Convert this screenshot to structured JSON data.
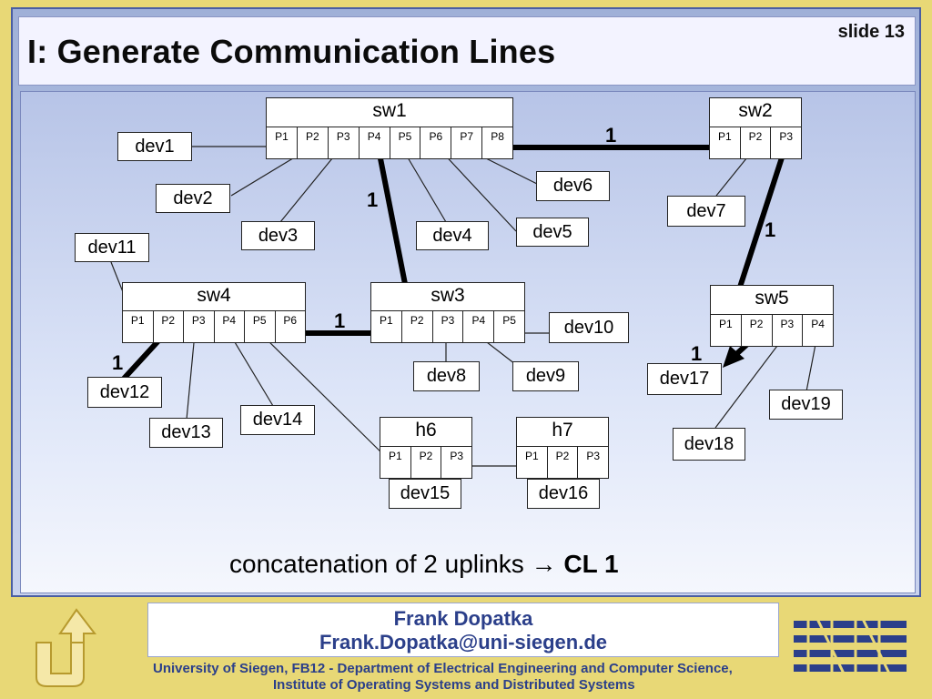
{
  "slide": {
    "title": "I: Generate Communication Lines",
    "number_label": "slide 13"
  },
  "switches": {
    "sw1": {
      "name": "sw1",
      "ports": [
        "P1",
        "P2",
        "P3",
        "P4",
        "P5",
        "P6",
        "P7",
        "P8"
      ]
    },
    "sw2": {
      "name": "sw2",
      "ports": [
        "P1",
        "P2",
        "P3"
      ]
    },
    "sw3": {
      "name": "sw3",
      "ports": [
        "P1",
        "P2",
        "P3",
        "P4",
        "P5"
      ]
    },
    "sw4": {
      "name": "sw4",
      "ports": [
        "P1",
        "P2",
        "P3",
        "P4",
        "P5",
        "P6"
      ]
    },
    "sw5": {
      "name": "sw5",
      "ports": [
        "P1",
        "P2",
        "P3",
        "P4"
      ]
    },
    "h6": {
      "name": "h6",
      "ports": [
        "P1",
        "P2",
        "P3"
      ]
    },
    "h7": {
      "name": "h7",
      "ports": [
        "P1",
        "P2",
        "P3"
      ]
    }
  },
  "devices": {
    "dev1": "dev1",
    "dev2": "dev2",
    "dev3": "dev3",
    "dev4": "dev4",
    "dev5": "dev5",
    "dev6": "dev6",
    "dev7": "dev7",
    "dev8": "dev8",
    "dev9": "dev9",
    "dev10": "dev10",
    "dev11": "dev11",
    "dev12": "dev12",
    "dev13": "dev13",
    "dev14": "dev14",
    "dev15": "dev15",
    "dev16": "dev16",
    "dev17": "dev17",
    "dev18": "dev18",
    "dev19": "dev19"
  },
  "link_labels": {
    "sw1_sw2": "1",
    "sw1_sw3": "1",
    "sw2_sw5": "1",
    "sw4_sw3": "1",
    "sw4_dev12": "1",
    "sw5_dev17": "1"
  },
  "caption": {
    "text": "concatenation of 2 uplinks → ",
    "bold": "CL 1"
  },
  "footer": {
    "author": "Frank Dopatka",
    "email": "Frank.Dopatka@uni-siegen.de",
    "line1": "University of Siegen, FB12 - Department of Electrical Engineering and Computer Science,",
    "line2": "Institute of Operating Systems and Distributed Systems"
  },
  "colors": {
    "footer_text": "#2b3f8a",
    "frame": "#4a5ea2",
    "footer_band": "#e8d876"
  }
}
